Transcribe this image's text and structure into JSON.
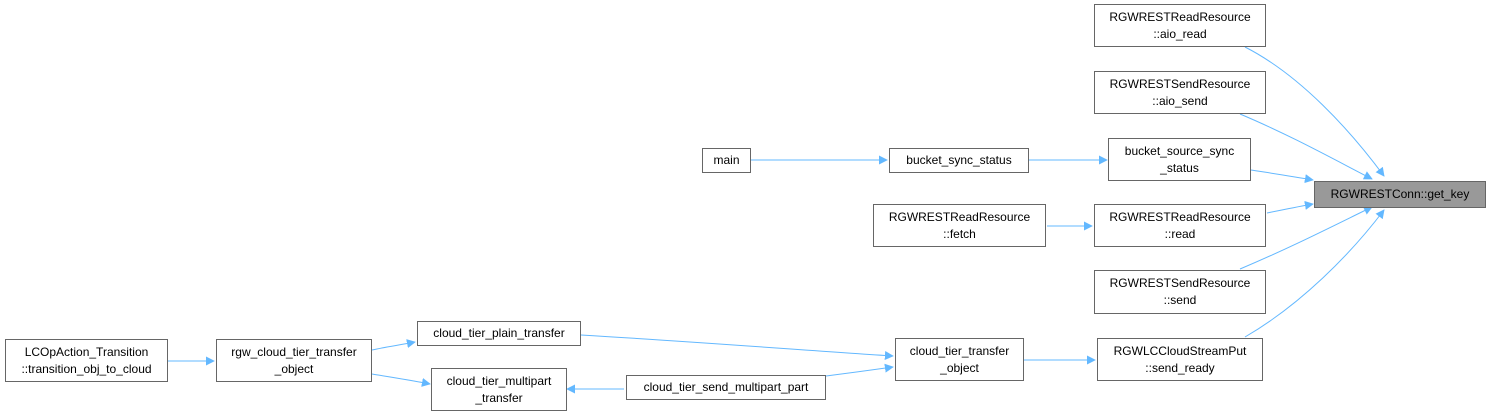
{
  "graph": {
    "edge_color": "#63b8ff",
    "nodes": {
      "root": {
        "line1": "RGWRESTConn::get_key"
      },
      "aio_read": {
        "line1": "RGWRESTReadResource",
        "line2": "::aio_read"
      },
      "aio_send": {
        "line1": "RGWRESTSendResource",
        "line2": "::aio_send"
      },
      "bss": {
        "line1": "bucket_source_sync",
        "line2": "_status"
      },
      "rread": {
        "line1": "RGWRESTReadResource",
        "line2": "::read"
      },
      "ssend": {
        "line1": "RGWRESTSendResource",
        "line2": "::send"
      },
      "sendready": {
        "line1": "RGWLCCloudStreamPut",
        "line2": "::send_ready"
      },
      "bsync": {
        "line1": "bucket_sync_status"
      },
      "main": {
        "line1": "main"
      },
      "fetch": {
        "line1": "RGWRESTReadResource",
        "line2": "::fetch"
      },
      "ctto": {
        "line1": "cloud_tier_transfer",
        "line2": "_object"
      },
      "ctpt": {
        "line1": "cloud_tier_plain_transfer"
      },
      "ctsmp": {
        "line1": "cloud_tier_send_multipart_part"
      },
      "ctmt": {
        "line1": "cloud_tier_multipart",
        "line2": "_transfer"
      },
      "rgwctto": {
        "line1": "rgw_cloud_tier_transfer",
        "line2": "_object"
      },
      "lcop": {
        "line1": "LCOpAction_Transition",
        "line2": "::transition_obj_to_cloud"
      }
    }
  }
}
